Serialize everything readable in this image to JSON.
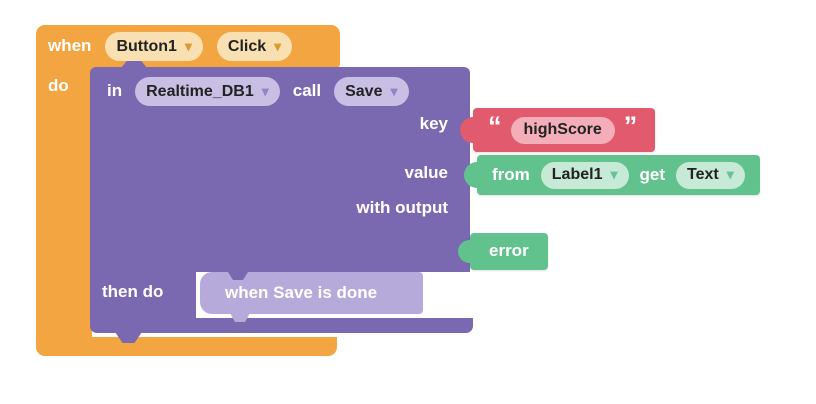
{
  "icons": {
    "dropdown_arrow": "▾",
    "open_quote": "“",
    "close_quote": "”"
  },
  "colors": {
    "event_block": "#F2A540",
    "call_block": "#7A68B0",
    "string_block": "#E25A6E",
    "getter_block": "#62C28E",
    "callback_block": "#B5AAD9"
  },
  "event_block": {
    "when_label": "when",
    "component": "Button1",
    "event": "Click",
    "do_label": "do"
  },
  "call_block": {
    "in_label": "in",
    "component": "Realtime_DB1",
    "call_label": "call",
    "method": "Save",
    "param_key_label": "key",
    "param_value_label": "value",
    "param_output_label": "with output",
    "then_do_label": "then do"
  },
  "key_argument": {
    "value": "highScore"
  },
  "value_argument": {
    "from_label": "from",
    "component": "Label1",
    "get_label": "get",
    "property": "Text"
  },
  "output_argument": {
    "label": "error"
  },
  "callback_block": {
    "label": "when Save is done"
  }
}
